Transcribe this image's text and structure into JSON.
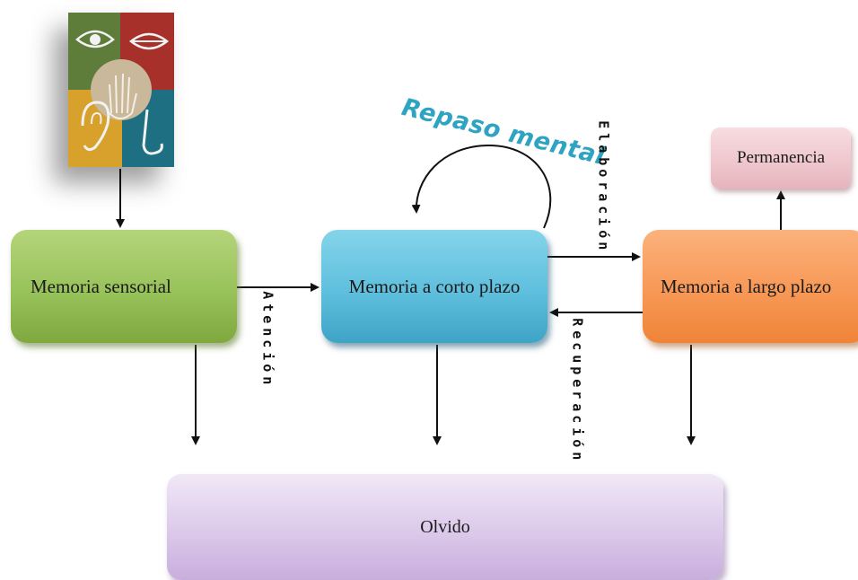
{
  "boxes": {
    "sensorial": "Memoria sensorial",
    "corto_plazo": "Memoria a corto plazo",
    "largo_plazo": "Memoria a largo plazo",
    "permanencia": "Permanencia",
    "olvido": "Olvido"
  },
  "labels": {
    "repaso": "Repaso mental",
    "atencion": "Atención",
    "elaboracion": "Elaboración",
    "recuperacion": "Recuperación"
  },
  "colors": {
    "sensorial": "#98c25a",
    "corto_plazo": "#5fbfdd",
    "largo_plazo": "#f79856",
    "permanencia": "#eec6cc",
    "olvido": "#dcc9ea",
    "repaso_text": "#2fa3c2"
  },
  "senses_icons": [
    "eye-icon",
    "mouth-icon",
    "hand-icon",
    "ear-icon",
    "nose-icon"
  ]
}
